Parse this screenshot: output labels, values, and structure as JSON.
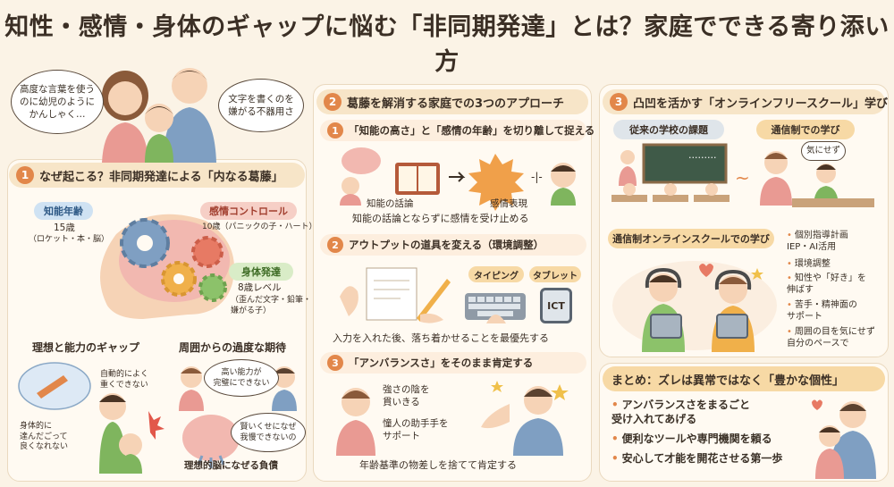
{
  "title": "知性・感情・身体のギャップに悩む「非同期発達」とは？家庭でできる寄り添い方",
  "col1": {
    "bubble_mother": "高度な言葉を使う\nのに幼児のように\nかんしゃく…",
    "bubble_father": "文字を書くのを\n嫌がる不器用さ",
    "section_num": "1",
    "section_title": "なぜ起こる？非同期発達による「内なる葛藤」",
    "intellect_label": "知能年齢",
    "intellect_age": "15歳",
    "intellect_note": "（ロケット・本・脳）",
    "emotion_label": "感情コントロール",
    "emotion_note": "10歳（パニックの子・ハート）",
    "body_label": "身体発達",
    "body_age": "8歳レベル",
    "body_note": "（歪んだ文字・鉛筆・\n嫌がる子）",
    "gap_title": "理想と能力のギャップ",
    "gap_text1": "自動的によく\n重くできない",
    "gap_text2": "身体的に\n達んだごって\n良くなれない",
    "expect_title": "周囲からの過度な期待",
    "expect_bubble1": "高い能力が\n完璧にできない",
    "expect_bubble2": "賢いくせになぜ\n我慢できないの",
    "expect_caption": "理想的脳になぜる負債"
  },
  "col2": {
    "section_num": "2",
    "section_title": "葛藤を解消する家庭での3つのアプローチ",
    "a1_num": "1",
    "a1_title": "「知能の高さ」と「感情の年齢」を切り離して捉える",
    "a1_label_left": "知能の話論",
    "a1_label_right": "感情表現",
    "a1_caption": "知能の話論とならずに感情を受け止める",
    "a2_num": "2",
    "a2_title": "アウトプットの道具を変える（環境調整）",
    "a2_typing": "タイピング",
    "a2_tablet": "タブレット",
    "a2_ict": "ICT",
    "a2_caption": "入力を入れた後、落ち着かせることを最優先する",
    "a3_num": "3",
    "a3_title": "「アンバランスさ」をそのまま肯定する",
    "a3_text1": "強さの陰を\n貫いきる",
    "a3_text2": "憧人の助手手を\nサポート",
    "a3_caption": "年齢基準の物差しを捨てて肯定する"
  },
  "col3": {
    "section_num": "3",
    "section_title": "凸凹を活かす「オンラインフリースクール」学び",
    "tag_school": "従来の学校の課題",
    "tag_online": "通信制での学び",
    "board_text": "………",
    "bubble_kini": "気にせず",
    "online_title": "通信制オンラインスクールでの学び",
    "features": [
      "個別指導計画\nIEP・AI活用",
      "環境調整",
      "知性や「好き」を\n伸ばす",
      "苦手・精神面の\nサポート",
      "周囲の目を気にせず\n自分のペースで"
    ],
    "summary_title": "まとめ：ズレは異常ではなく「豊かな個性」",
    "summary_items": [
      "アンバランスさをまるごと\n受け入れてあげる",
      "便利なツールや専門機関を頼る",
      "安心して才能を開花させる第一歩"
    ]
  },
  "colors": {
    "accent": "#e2874a",
    "background": "#fbf3e6",
    "panel": "#fffaf2",
    "bar": "#f7e5c8",
    "blue_tag": "#cfe2f3",
    "green_tag": "#d9ecc7",
    "pink_tag": "#f6cfc6"
  }
}
